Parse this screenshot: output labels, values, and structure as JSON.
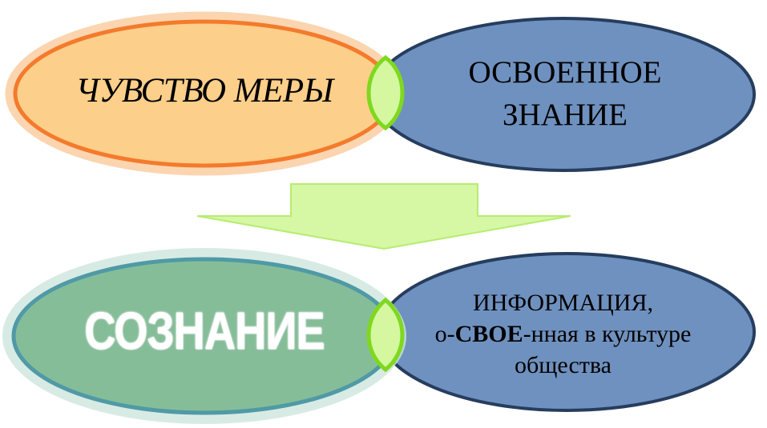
{
  "diagram": {
    "top_left": {
      "text": "ЧУВСТВО МЕРЫ"
    },
    "top_right": {
      "line1": "ОСВОЕННОЕ",
      "line2": "ЗНАНИЕ"
    },
    "bottom_left": {
      "text": "СОЗНАНИЕ"
    },
    "bottom_right": {
      "line1": "ИНФОРМАЦИЯ,",
      "line2_prefix": "о-",
      "line2_bold": "СВОЕ",
      "line2_suffix": "-нная в культуре",
      "line3": "общества"
    }
  },
  "colors": {
    "top_left_fill": "#fccf8a",
    "top_left_border": "#f47a2c",
    "top_left_glow": "#f9b97a",
    "right_fill": "#6f91bf",
    "right_border": "#263d5e",
    "bottom_left_fill": "#86bd99",
    "bottom_left_border": "#4f9aa6",
    "bottom_left_glow": "#cde6dd",
    "lens_fill": "#d4f7a0",
    "lens_border": "#7fd81e",
    "arrow_fill": "#d6f7a4",
    "arrow_border": "#b6ec72"
  }
}
